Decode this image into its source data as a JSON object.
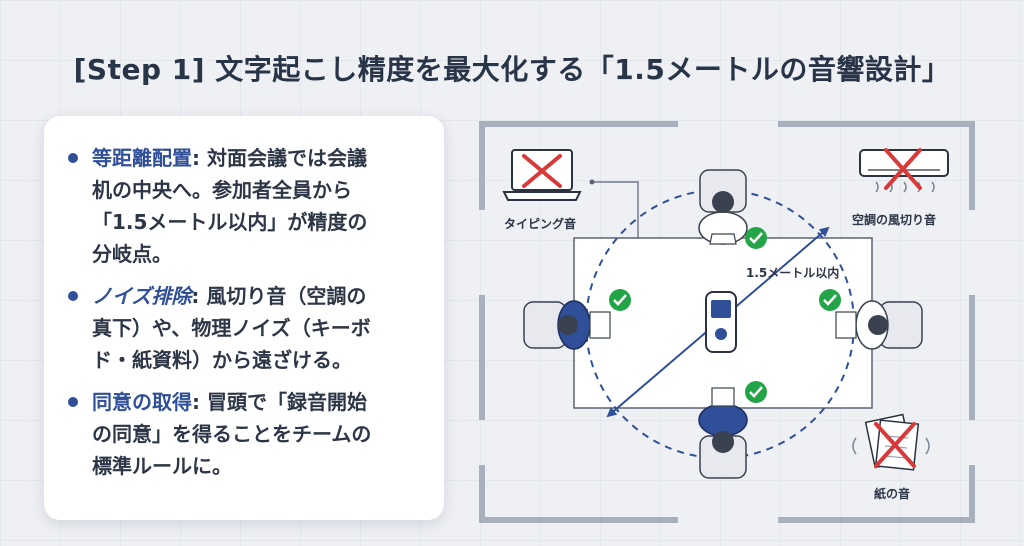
{
  "title": "[Step 1] 文字起こし精度を最大化する「1.5メートルの音響設計」",
  "bullets": [
    {
      "key": "等距離配置",
      "sep": ": ",
      "lines": [
        "対面会議では会議",
        "机の中央へ。参加者全員から",
        "「1.5メートル以内」が精度の",
        "分岐点。"
      ]
    },
    {
      "key": "ノイズ排除",
      "sep": ": ",
      "lines": [
        "風切り音（空調の",
        "真下）や、物理ノイズ（キーボ",
        "ド・紙資料）から遠ざける。"
      ]
    },
    {
      "key": "同意の取得",
      "sep": ": ",
      "lines": [
        "冒頭で「録音開始",
        "の同意」を得ることをチームの",
        "標準ルールに。"
      ]
    }
  ],
  "diagram": {
    "distance_label": "1.5メートル以内",
    "typing_label": "タイピング音",
    "ac_label": "空調の風切り音",
    "paper_label": "紙の音",
    "icons": {
      "recorder": "voice-recorder-icon",
      "laptop": "laptop-icon",
      "ac": "air-conditioner-icon",
      "paper": "paper-documents-icon",
      "check": "check-icon",
      "cross": "cross-icon"
    },
    "colors": {
      "accent": "#2f4f98",
      "check": "#22a447",
      "cross": "#d83a3a",
      "wall": "#a9b0bd"
    }
  }
}
